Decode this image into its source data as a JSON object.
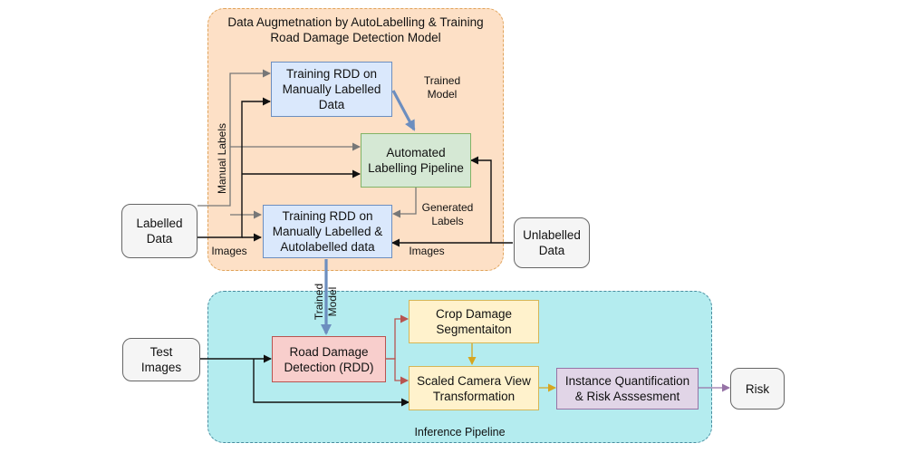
{
  "regions": {
    "training_title": "Data Augmetnation by AutoLabelling & Training\nRoad Damage Detection Model",
    "inference_title": "Inference Pipeline"
  },
  "nodes": {
    "training_manual": "Training RDD on\nManually Labelled\nData",
    "auto_pipeline": "Automated\nLabelling Pipeline",
    "training_combined": "Training RDD on\nManually Labelled &\nAutolabelled data",
    "labelled_data": "Labelled\nData",
    "unlabelled_data": "Unlabelled\nData",
    "test_images": "Test\nImages",
    "rdd": "Road Damage\nDetection (RDD)",
    "crop_seg": "Crop Damage\nSegmentaiton",
    "scaled_view": "Scaled Camera View\nTransformation",
    "instance_quant": "Instance Quantification\n& Risk Asssesment",
    "risk": "Risk"
  },
  "edge_labels": {
    "trained_model_top": "Trained\nModel",
    "manual_labels": "Manual Labels",
    "generated_labels": "Generated\nLabels",
    "images_left": "Images",
    "images_right": "Images",
    "trained_model_mid": "Trained\nModel"
  },
  "colors": {
    "training_region": "#fde0c6",
    "inference_region": "#b4ecef",
    "blue_box": "#dae8fc",
    "green_box": "#d5e8d4",
    "yellow_box": "#fff2cc",
    "red_box": "#f8cecc",
    "purple_box": "#e1d5e7",
    "model_arrow": "#6c8ebf"
  }
}
